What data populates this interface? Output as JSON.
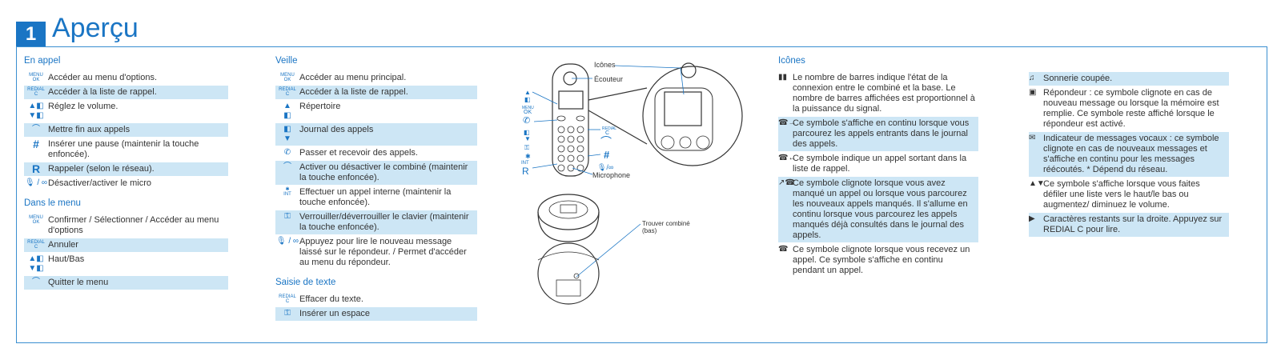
{
  "header": {
    "number": "1",
    "title": "Aperçu"
  },
  "col1": {
    "sec1": "En appel",
    "items1": [
      {
        "icon": "MENU\nOK",
        "text": "Accéder au menu d'options.",
        "hl": false
      },
      {
        "icon": "REDIAL\nC",
        "text": "Accéder à la liste de rappel.",
        "hl": true
      },
      {
        "icon": "▲◧\n▼◧",
        "text": "Réglez le volume.",
        "hl": false
      },
      {
        "icon": "⌒",
        "text": "Mettre fin aux appels",
        "hl": true
      },
      {
        "icon": "#",
        "text": "Insérer une pause (maintenir la touche enfoncée).",
        "hl": false
      },
      {
        "icon": "R",
        "text": "Rappeler (selon le réseau).",
        "hl": true
      },
      {
        "icon": "🎙 / ∞",
        "text": "Désactiver/activer le micro",
        "hl": false
      }
    ],
    "sec2": "Dans le menu",
    "items2": [
      {
        "icon": "MENU\nOK",
        "text": "Confirmer / Sélectionner / Accéder au menu d'options",
        "hl": false
      },
      {
        "icon": "REDIAL\nC",
        "text": "Annuler",
        "hl": true
      },
      {
        "icon": "▲◧\n▼◧",
        "text": "Haut/Bas",
        "hl": false
      },
      {
        "icon": "⌒",
        "text": "Quitter le menu",
        "hl": true
      }
    ]
  },
  "col2": {
    "sec1": "Veille",
    "items1": [
      {
        "icon": "MENU\nOK",
        "text": "Accéder au menu principal.",
        "hl": false
      },
      {
        "icon": "REDIAL\nC",
        "text": "Accéder à la liste de rappel.",
        "hl": true
      },
      {
        "icon": "▲\n◧",
        "text": "Répertoire",
        "hl": false
      },
      {
        "icon": "◧\n▼",
        "text": "Journal des appels",
        "hl": true
      },
      {
        "icon": "✆",
        "text": "Passer et recevoir des appels.",
        "hl": false
      },
      {
        "icon": "⌒",
        "text": "Activer ou désactiver le combiné (maintenir la touche enfoncée).",
        "hl": true
      },
      {
        "icon": "✱\nINT",
        "text": "Effectuer un appel interne (maintenir la touche enfoncée).",
        "hl": false
      },
      {
        "icon": "⚿",
        "text": "Verrouiller/déverrouiller le clavier (maintenir la touche enfoncée).",
        "hl": true
      },
      {
        "icon": "🎙 / ∞",
        "text": "Appuyez pour lire le nouveau message laissé sur le répondeur. / Permet d'accéder au menu du répondeur.",
        "hl": false
      }
    ],
    "sec2": "Saisie de texte",
    "items2": [
      {
        "icon": "REDIAL\nC",
        "text": "Effacer du texte.",
        "hl": false
      },
      {
        "icon": "⚿",
        "text": "Insérer un espace",
        "hl": true
      }
    ]
  },
  "diagram": {
    "label_icones": "Icônes",
    "label_ecouteur": "Écouteur",
    "label_microphone": "Microphone",
    "label_trouver": "Trouver combiné",
    "label_trouver2": "(bas)",
    "label_menu": "MENU",
    "label_ok": "OK",
    "label_redial": "REDIAL",
    "label_c": "C",
    "label_int": "INT",
    "label_r": "R",
    "label_hash": "#"
  },
  "col3": {
    "sec1": "Icônes",
    "items1": [
      {
        "icon": "▮▮",
        "text": "Le nombre de barres indique l'état de la connexion entre le combiné et la base. Le nombre de barres affichées est proportionnel à la puissance du signal.",
        "hl": false
      },
      {
        "icon": "☎→",
        "text": "Ce symbole s'affiche en continu lorsque vous parcourez les appels entrants dans le journal des appels.",
        "hl": true
      },
      {
        "icon": "☎←",
        "text": "Ce symbole indique un appel sortant dans la liste de rappel.",
        "hl": false
      },
      {
        "icon": "↗☎",
        "text": "Ce symbole clignote lorsque vous avez manqué un appel ou lorsque vous parcourez les nouveaux appels manqués. Il s'allume en continu lorsque vous parcourez les appels manqués déjà consultés dans le journal des appels.",
        "hl": true
      },
      {
        "icon": "☎",
        "text": "Ce symbole clignote lorsque vous recevez un appel. Ce symbole s'affiche en continu pendant un appel.",
        "hl": false
      }
    ]
  },
  "col4": {
    "items1": [
      {
        "icon": "♫",
        "text": "Sonnerie coupée.",
        "hl": true
      },
      {
        "icon": "▣",
        "text": "Répondeur : ce symbole clignote en cas de nouveau message ou lorsque la mémoire est remplie. Ce symbole reste affiché lorsque le répondeur est activé.",
        "hl": false
      },
      {
        "icon": "✉",
        "text": "Indicateur de messages vocaux : ce symbole clignote en cas de nouveaux messages et s'affiche en continu pour les messages réécoutés. * Dépend du réseau.",
        "hl": true
      },
      {
        "icon": "▲▼",
        "text": "Ce symbole s'affiche lorsque vous faites défiler une liste vers le haut/le bas ou augmentez/ diminuez le volume.",
        "hl": false
      },
      {
        "icon": "▶",
        "text": "Caractères restants sur la droite. Appuyez sur REDIAL C pour lire.",
        "hl": true
      }
    ]
  }
}
